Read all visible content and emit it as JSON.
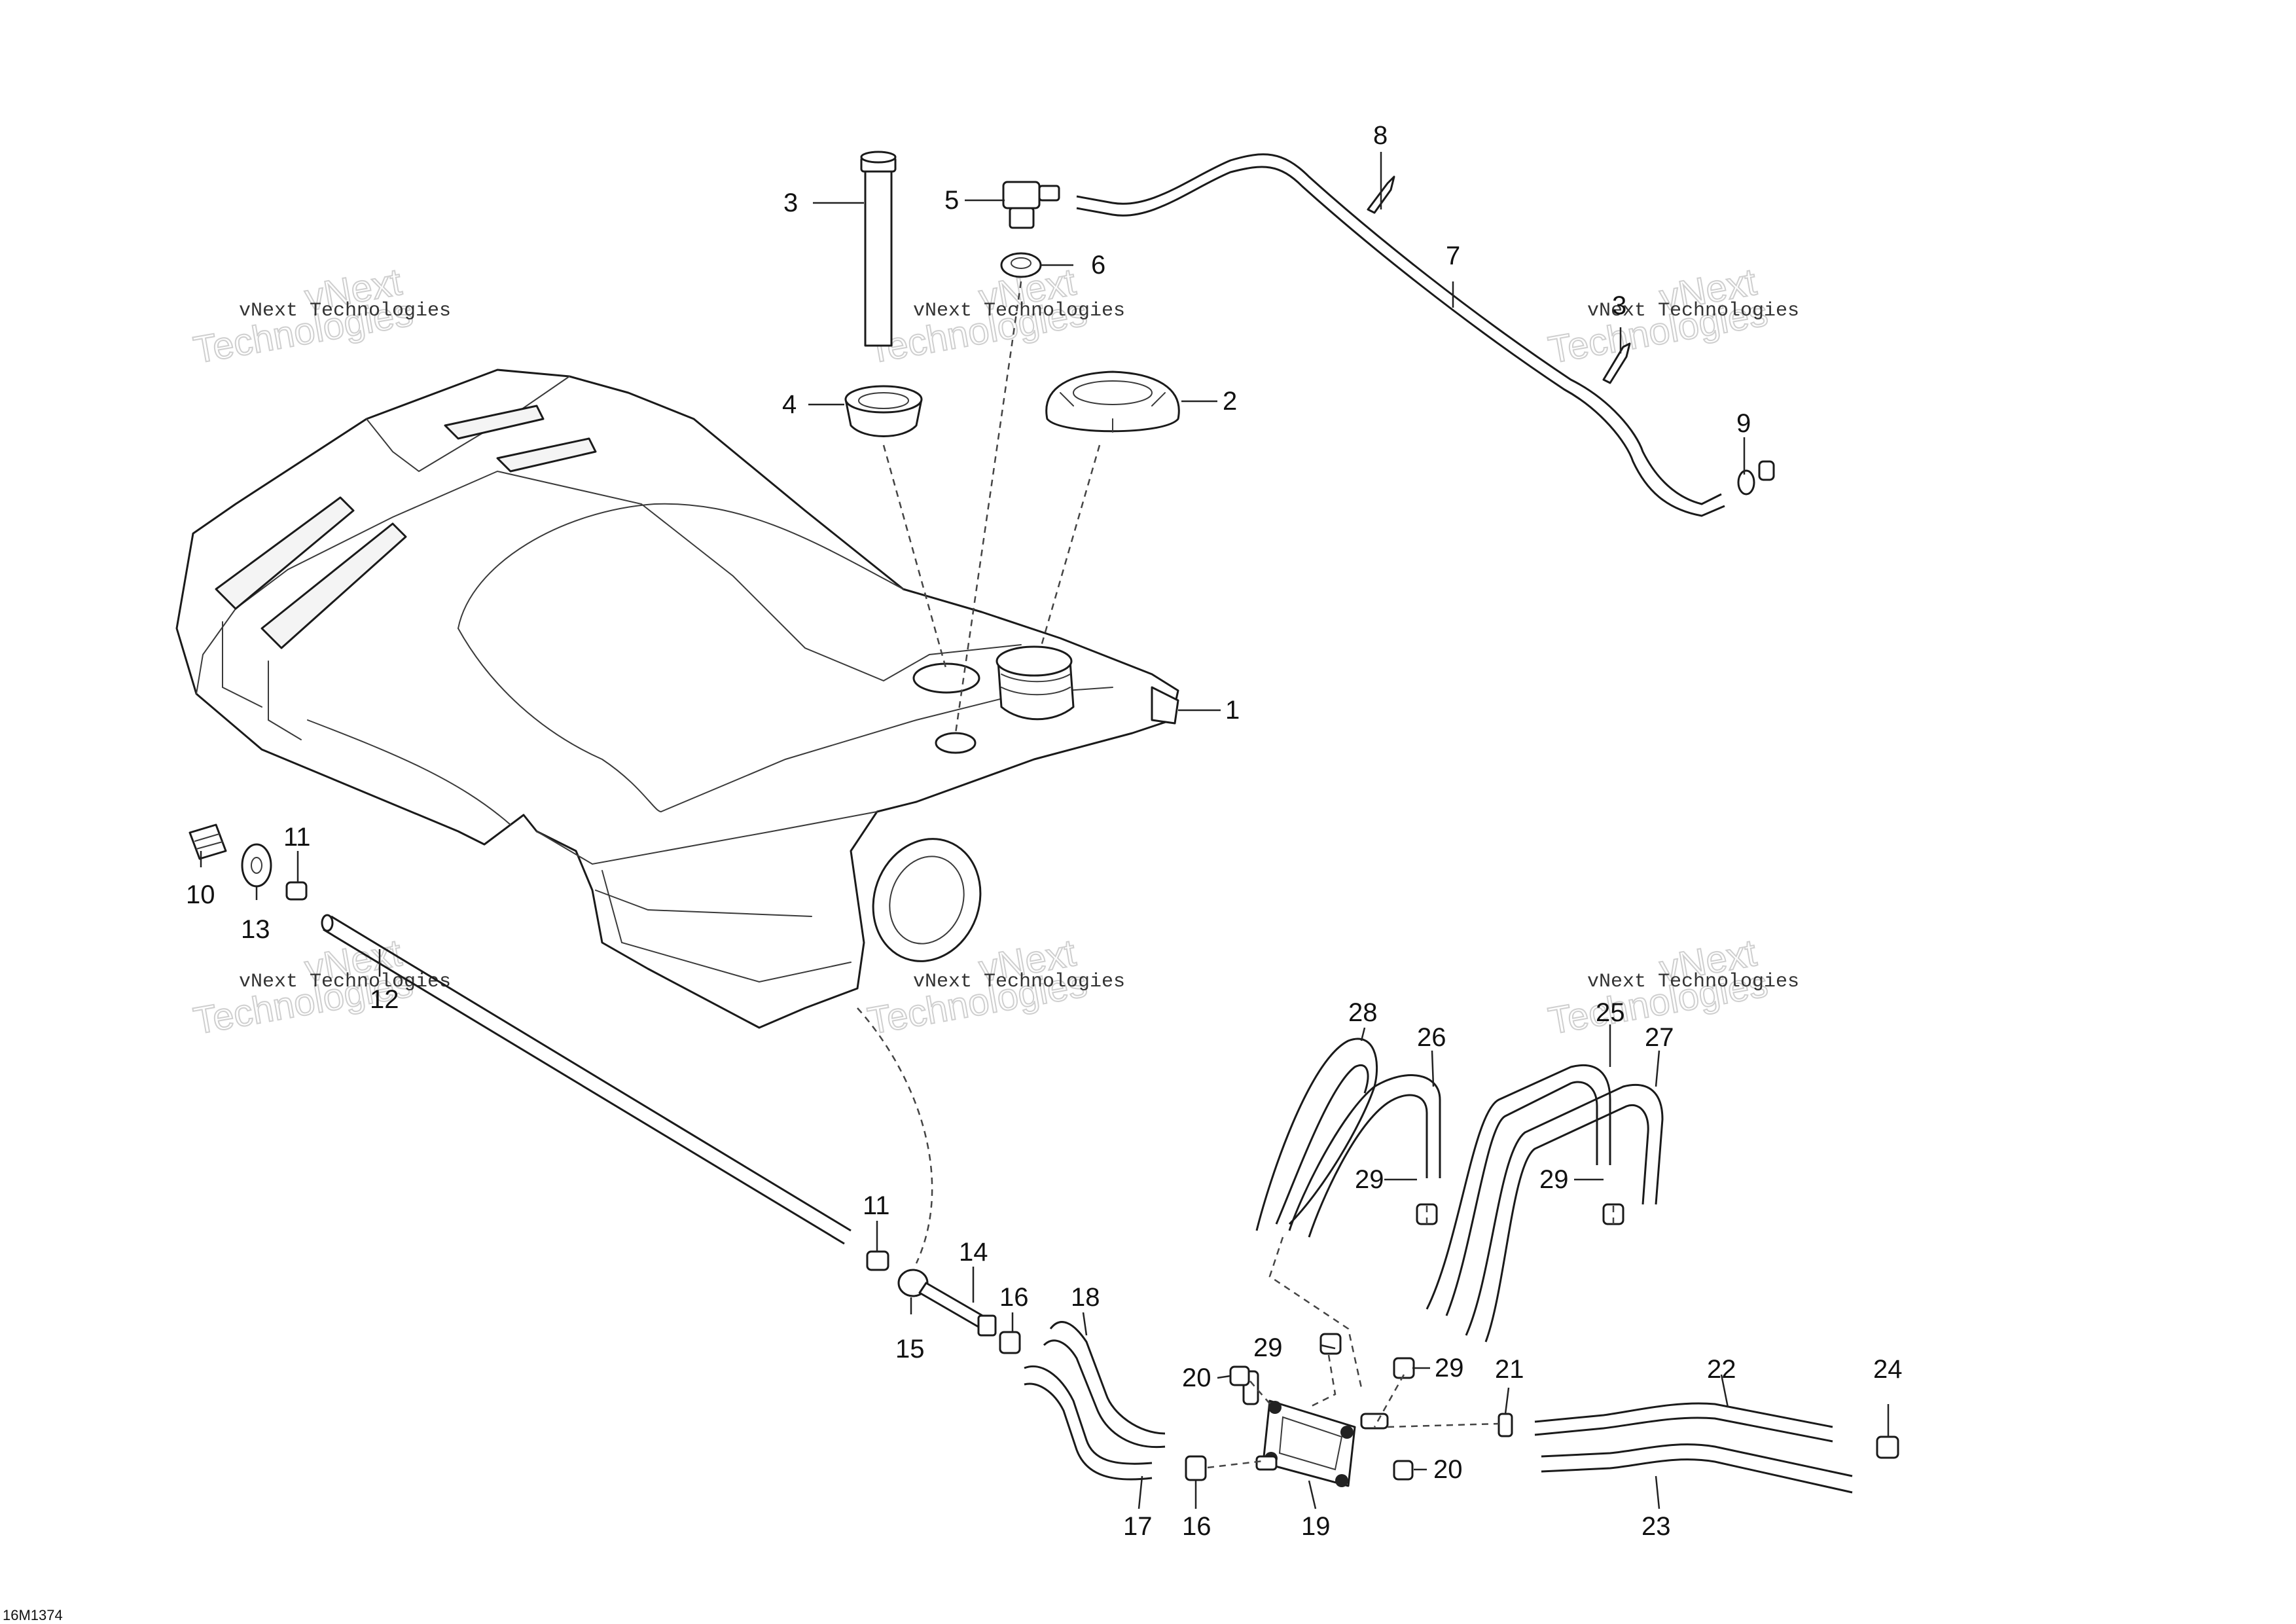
{
  "diagram": {
    "drawing_code": "16M1374",
    "watermark": {
      "line1": "vNext Technologies",
      "line2": "vNext",
      "line3": "Technologies"
    },
    "callouts": [
      "1",
      "2",
      "3",
      "4",
      "5",
      "6",
      "7",
      "8",
      "3",
      "9",
      "10",
      "11",
      "13",
      "12",
      "11",
      "14",
      "15",
      "16",
      "17",
      "16",
      "18",
      "19",
      "20",
      "20",
      "21",
      "22",
      "23",
      "24",
      "25",
      "26",
      "27",
      "28",
      "29",
      "29",
      "29",
      "29"
    ]
  }
}
